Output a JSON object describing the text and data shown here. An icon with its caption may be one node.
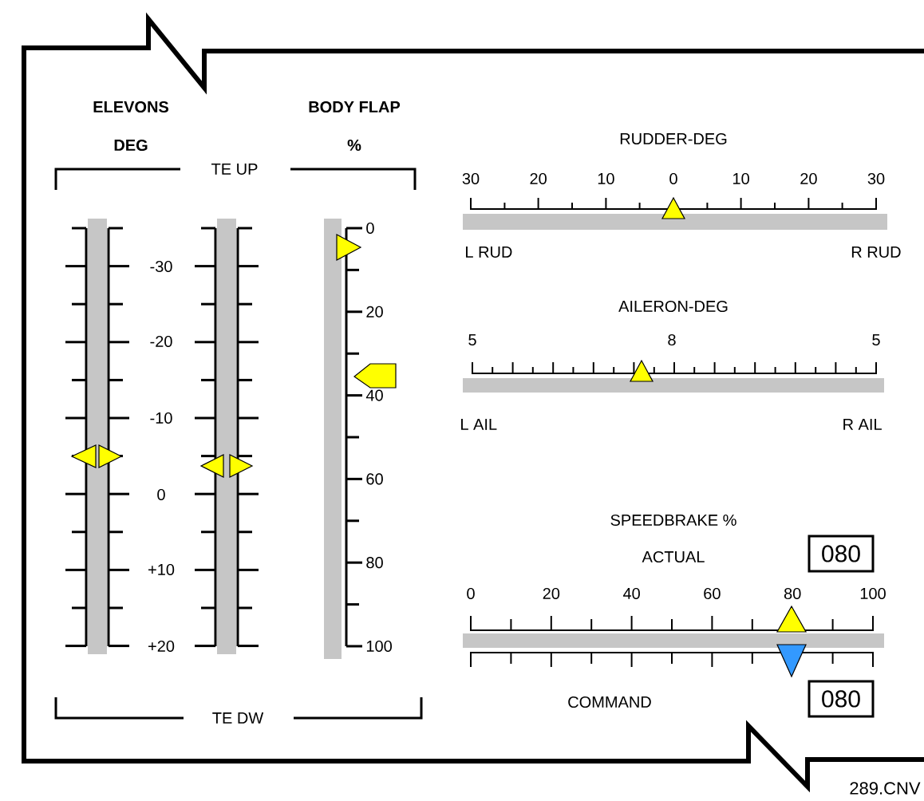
{
  "diagram": {
    "nodes": [
      {
        "text": [
          "080"
        ]
      },
      {
        "text": [
          "080"
        ]
      }
    ],
    "labels": [
      "ELEVONS",
      "DEG",
      "BODY FLAP",
      "%",
      "TE UP",
      "-30",
      "-20",
      "-10",
      "0",
      "+10",
      "+20",
      "0",
      "20",
      "40",
      "60",
      "80",
      "100",
      "TE DW",
      "RUDDER-DEG",
      "30",
      "20",
      "10",
      "0",
      "10",
      "20",
      "30",
      "L RUD",
      "R RUD",
      "AILERON-DEG",
      "5",
      "8",
      "5",
      "L AIL",
      "R AIL",
      "SPEEDBRAKE %",
      "ACTUAL",
      "0",
      "20",
      "40",
      "60",
      "80",
      "100",
      "COMMAND",
      "289.CNV"
    ]
  }
}
